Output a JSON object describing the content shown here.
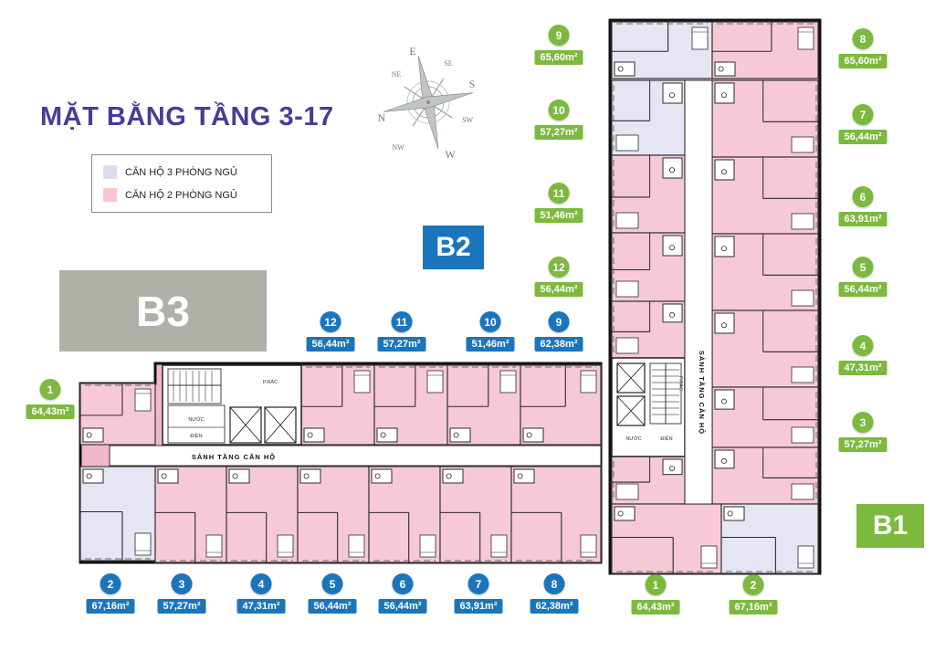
{
  "title": "MẶT BẰNG TẦNG 3-17",
  "legend": {
    "item1": {
      "label": "CĂN HỘ 3 PHÒNG NGỦ"
    },
    "item2": {
      "label": "CĂN HỘ 2 PHÒNG NGỦ"
    }
  },
  "blocks": {
    "b1": "B1",
    "b2": "B2",
    "b3": "B3"
  },
  "corridor": {
    "label": "SẢNH TẦNG CĂN HỘ"
  },
  "utilities": {
    "trash": "P.RÁC",
    "water": "NƯỚC",
    "electric": "ĐIỆN"
  },
  "compass": {
    "n": "N",
    "e": "E",
    "s": "S",
    "w": "W",
    "ne": "NE",
    "se": "SE",
    "sw": "SW",
    "nw": "NW"
  },
  "b2": {
    "top": [
      {
        "no": "12",
        "area": "56,44m²"
      },
      {
        "no": "11",
        "area": "57,27m²"
      },
      {
        "no": "10",
        "area": "51,46m²"
      },
      {
        "no": "9",
        "area": "62,38m²"
      }
    ],
    "left": [
      {
        "no": "1",
        "area": "64,43m²"
      }
    ],
    "bottom": [
      {
        "no": "2",
        "area": "67,16m²"
      },
      {
        "no": "3",
        "area": "57,27m²"
      },
      {
        "no": "4",
        "area": "47,31m²"
      },
      {
        "no": "5",
        "area": "56,44m²"
      },
      {
        "no": "6",
        "area": "56,44m²"
      },
      {
        "no": "7",
        "area": "63,91m²"
      },
      {
        "no": "8",
        "area": "62,38m²"
      }
    ]
  },
  "b1": {
    "left": [
      {
        "no": "9",
        "area": "65,60m²"
      },
      {
        "no": "10",
        "area": "57,27m²"
      },
      {
        "no": "11",
        "area": "51,46m²"
      },
      {
        "no": "12",
        "area": "56,44m²"
      }
    ],
    "right": [
      {
        "no": "8",
        "area": "65,60m²"
      },
      {
        "no": "7",
        "area": "56,44m²"
      },
      {
        "no": "6",
        "area": "63,91m²"
      },
      {
        "no": "5",
        "area": "56,44m²"
      },
      {
        "no": "4",
        "area": "47,31m²"
      },
      {
        "no": "3",
        "area": "57,27m²"
      }
    ],
    "bottom": [
      {
        "no": "1",
        "area": "64,43m²"
      },
      {
        "no": "2",
        "area": "67,16m²"
      }
    ]
  },
  "colors": {
    "blue": "#1b75bc",
    "green": "#7cb93e",
    "purple": "#4b3b98",
    "pink": "#f7c9d6",
    "lavender": "#e6e5f3",
    "gray_block": "#adb1a7"
  }
}
